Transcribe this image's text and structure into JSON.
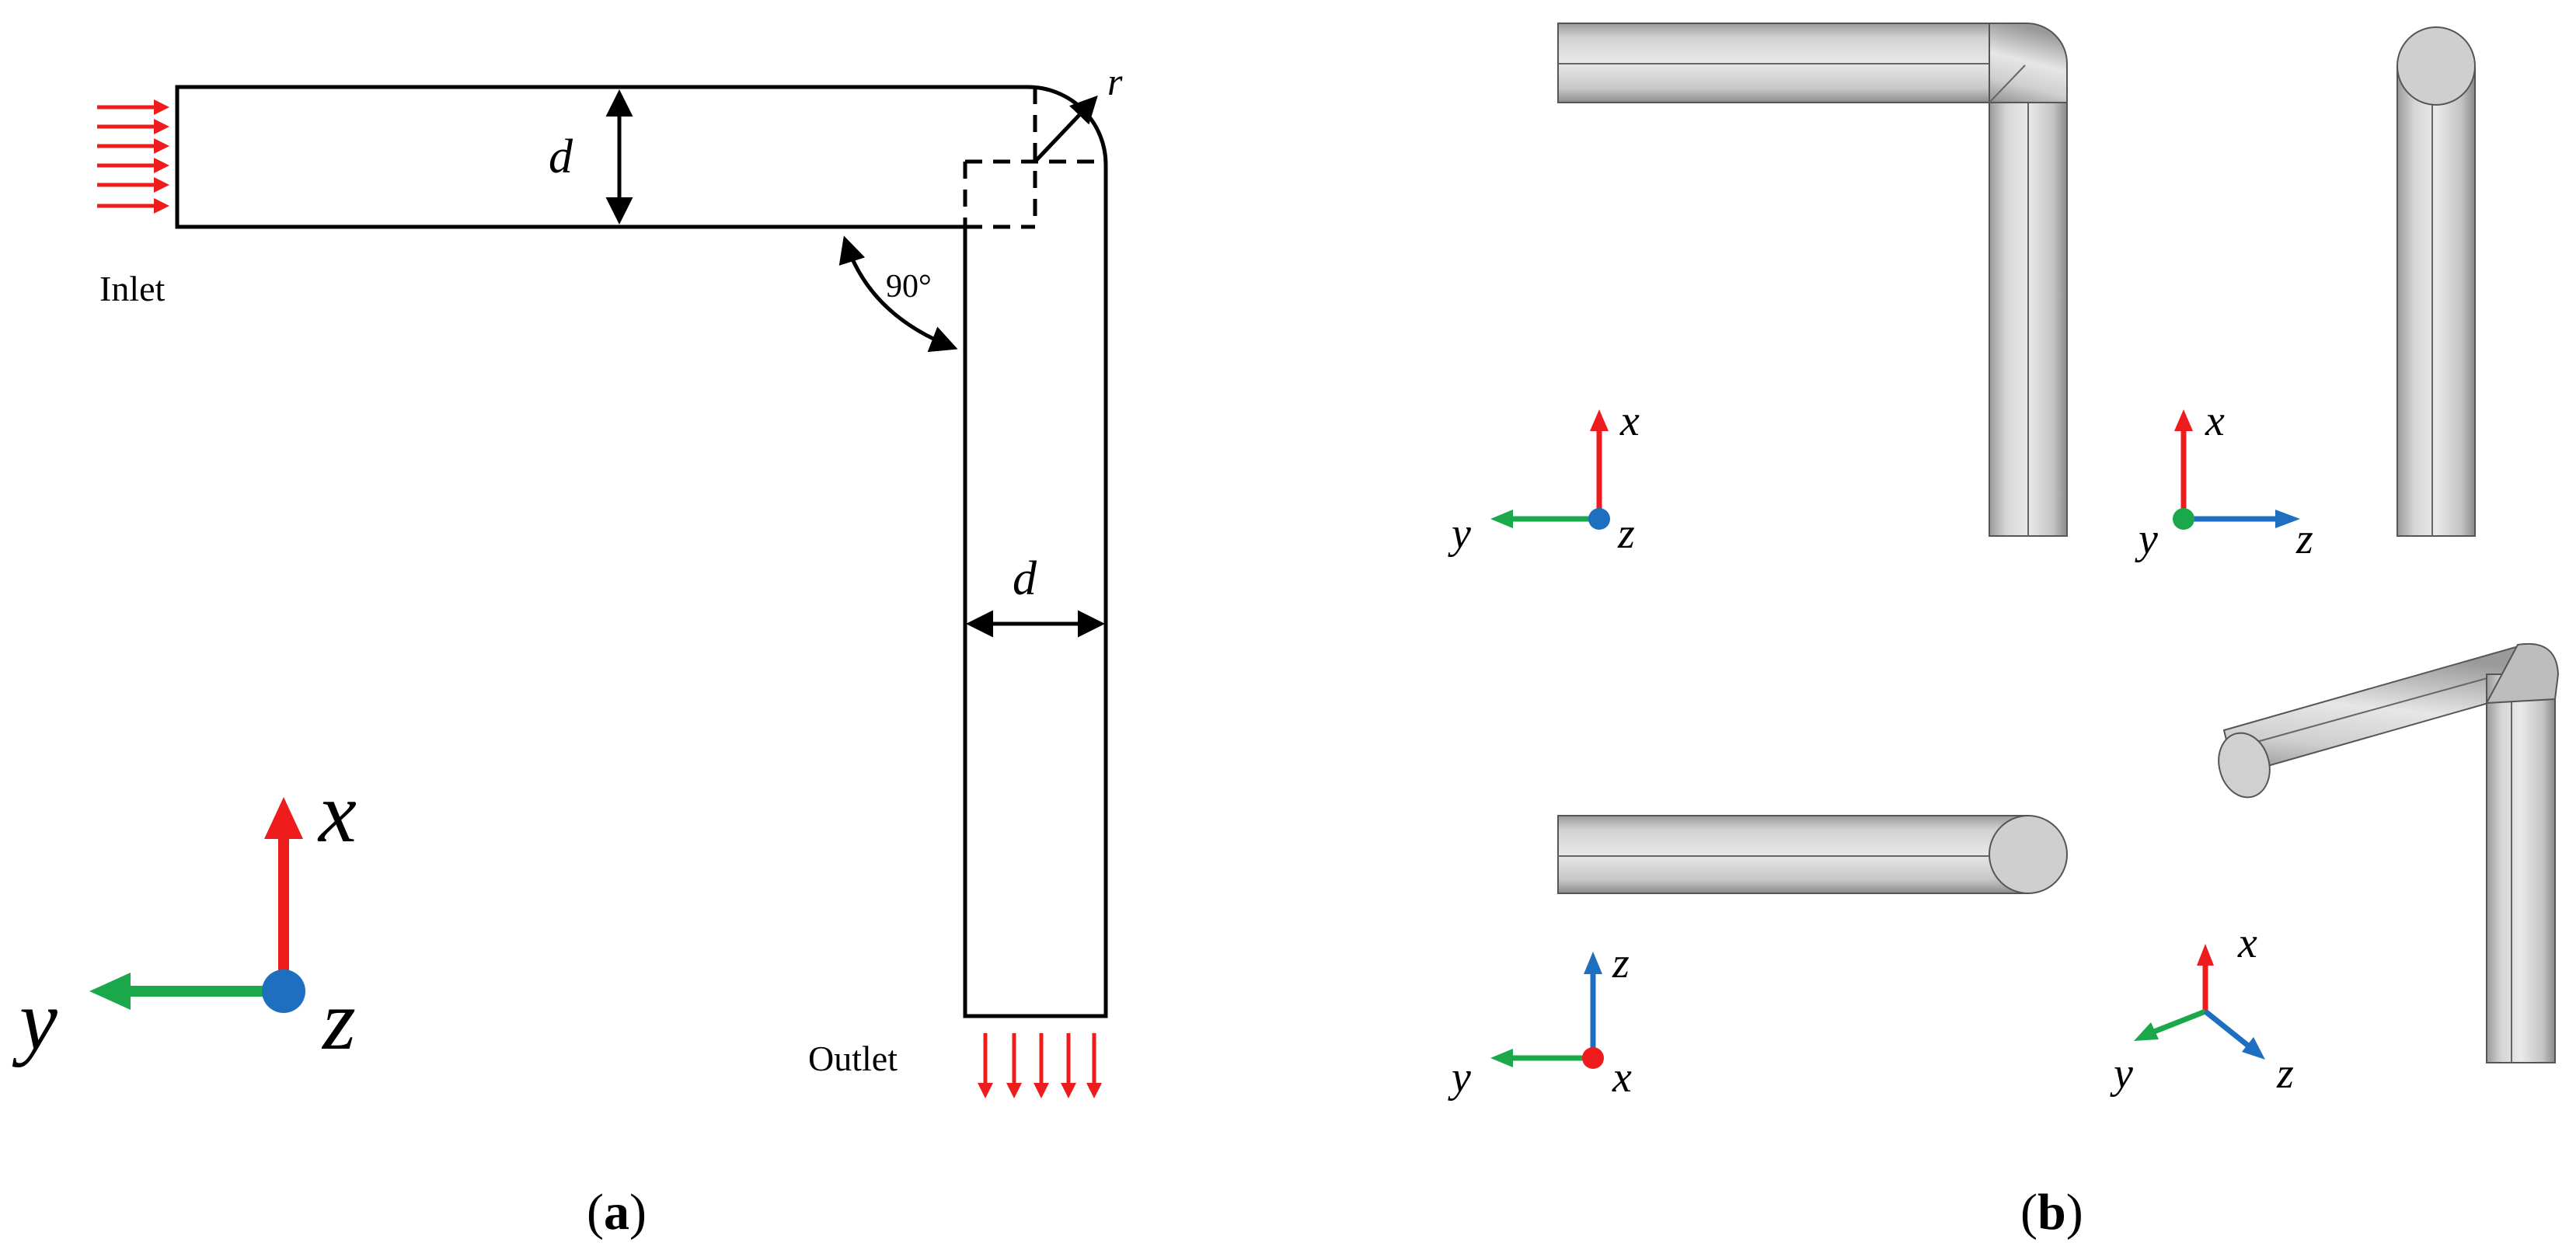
{
  "panel_a": {
    "inlet_label": "Inlet",
    "outlet_label": "Outlet",
    "diameter_label_top": "d",
    "diameter_label_side": "d",
    "radius_label": "r",
    "angle_label": "90°",
    "axes": {
      "x": "x",
      "y": "y",
      "z": "z"
    },
    "caption": {
      "open": "(",
      "letter": "a",
      "close": ")"
    }
  },
  "panel_b": {
    "view1_axes": {
      "up": "x",
      "left": "y",
      "center": "z"
    },
    "view2_axes": {
      "up": "x",
      "right": "z",
      "center": "y"
    },
    "view3_axes": {
      "up": "z",
      "left": "y",
      "center": "x"
    },
    "view4_axes": {
      "up": "x",
      "left": "y",
      "right": "z"
    },
    "caption": {
      "open": "(",
      "letter": "b",
      "close": ")"
    }
  },
  "colors": {
    "x_axis": "#ee1c1c",
    "y_axis": "#1aa84a",
    "z_axis": "#1f6fc0",
    "flow_arrow": "#ee1c1c",
    "pipe_light": "#dcdcdc",
    "pipe_dark": "#9a9a9a"
  }
}
